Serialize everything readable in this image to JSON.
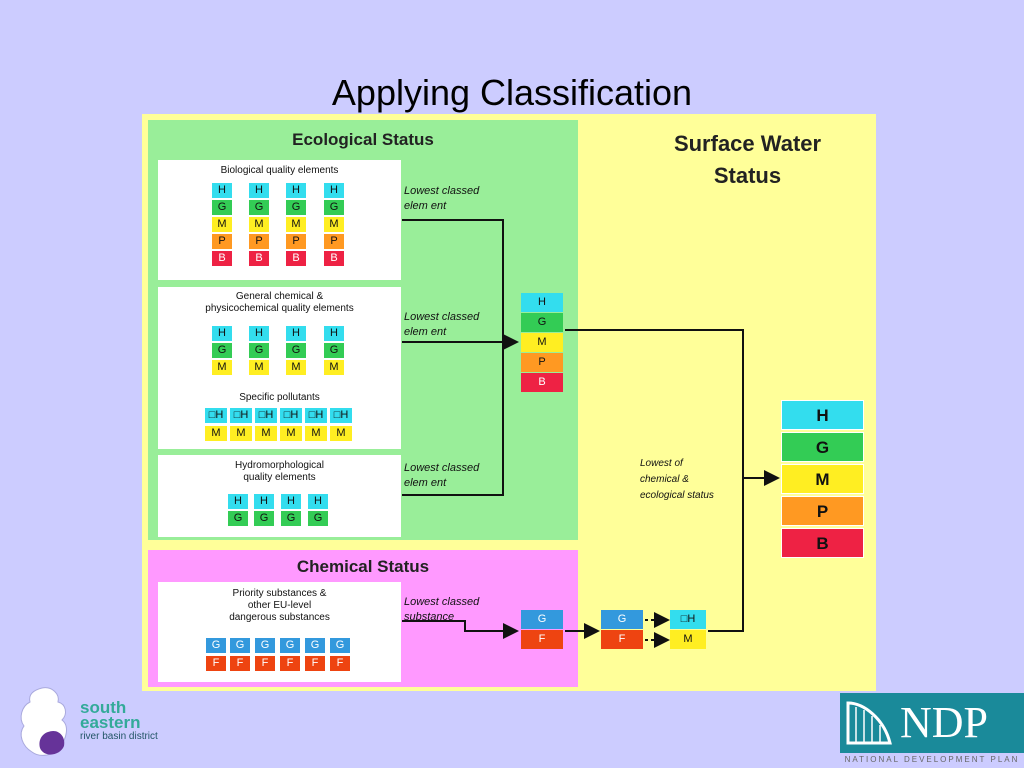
{
  "slide_title": "Applying Classification",
  "surface": {
    "title_line1": "Surface Water",
    "title_line2": "Status"
  },
  "ecological": {
    "title": "Ecological Status",
    "bio": {
      "label": "Biological quality elements",
      "rows": [
        "H",
        "G",
        "M",
        "P",
        "B"
      ]
    },
    "gen": {
      "label_line1": "General chemical &",
      "label_line2": "physicochemical quality elements",
      "rows": [
        "H",
        "G",
        "M"
      ]
    },
    "spec": {
      "label": "Specific pollutants",
      "row1": "□H",
      "row2": "M"
    },
    "hydro": {
      "label_line1": "Hydromorphological",
      "label_line2": "quality elements",
      "rows": [
        "H",
        "G"
      ]
    },
    "lowest_line1": "Lowest classed",
    "lowest_line2": "elem ent"
  },
  "chemical": {
    "title": "Chemical Status",
    "label_line1": "Priority substances &",
    "label_line2": "other EU-level",
    "label_line3": "dangerous substances",
    "rows": [
      "G",
      "F"
    ],
    "lowest_line1": "Lowest classed",
    "lowest_line2": "substance"
  },
  "middle_stack": [
    "H",
    "G",
    "M",
    "P",
    "B"
  ],
  "chem_mid": [
    "G",
    "F"
  ],
  "chem_map": [
    "G",
    "F"
  ],
  "chem_map_result": [
    "□H",
    "M"
  ],
  "combine": {
    "line1": "Lowest of",
    "line2": "chemical &",
    "line3": "ecological status"
  },
  "final": [
    "H",
    "G",
    "M",
    "P",
    "B"
  ],
  "logo_left": {
    "line1": "south",
    "line2": "eastern",
    "line3": "river basin district"
  },
  "logo_right": {
    "text": "NDP",
    "caption": "NATIONAL DEVELOPMENT PLAN"
  },
  "colors": {
    "high": "#33ddee",
    "good": "#33cc55",
    "moderate": "#ffee22",
    "poor": "#ff9922",
    "bad": "#ee2244",
    "fail": "#ee4411",
    "chem_good": "#3399dd"
  }
}
